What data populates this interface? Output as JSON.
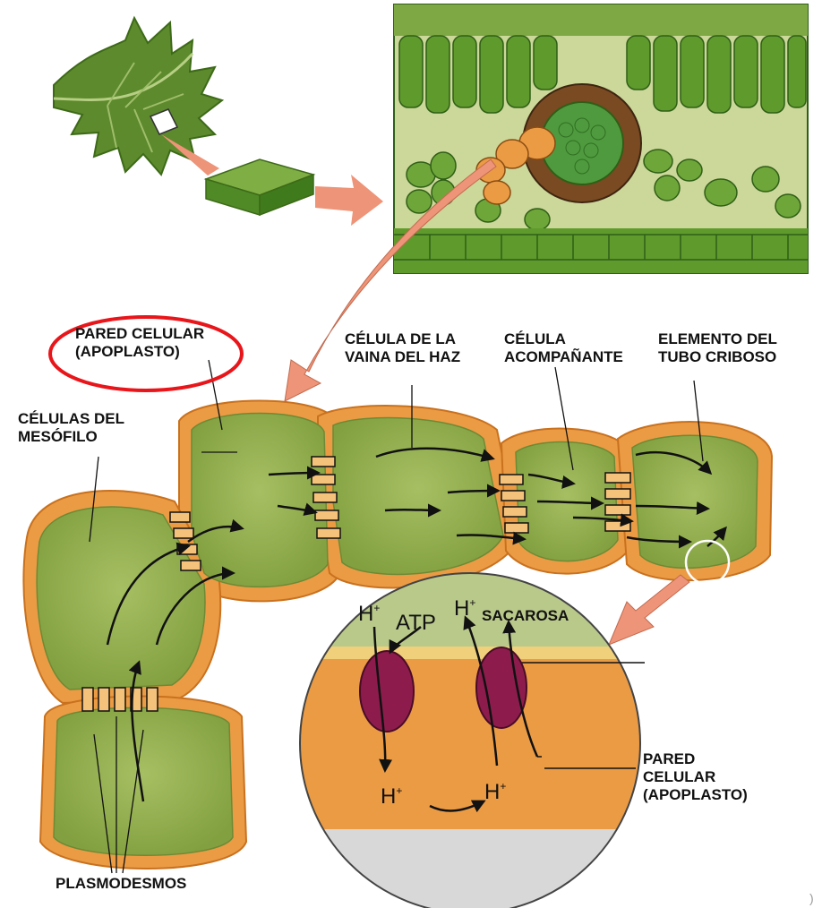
{
  "labels": {
    "pared_celular_top_line1": "PARED CELULAR",
    "pared_celular_top_line2": "(APOPLASTO)",
    "celulas_mesofilo_line1": "CÉLULAS DEL",
    "celulas_mesofilo_line2": "MESÓFILO",
    "vaina_line1": "CÉLULA DE LA",
    "vaina_line2": "VAINA DEL HAZ",
    "acompanante_line1": "CÉLULA",
    "acompanante_line2": "ACOMPAÑANTE",
    "tubo_line1": "ELEMENTO DEL",
    "tubo_line2": "TUBO CRIBOSO",
    "sacarosa": "SACAROSA",
    "pared_celular_bottom_line1": "PARED",
    "pared_celular_bottom_line2": "CELULAR",
    "pared_celular_bottom_line3": "(APOPLASTO)",
    "plasmodesmos": "PLASMODESMOS"
  },
  "chemistry": {
    "atp": "ATP",
    "h": "H",
    "plus": "+"
  },
  "colors": {
    "cell_fill": "#8ba84a",
    "cell_wall": "#eb9b44",
    "wall_outline": "#c9711e",
    "carrier": "#8d1c4d",
    "highlight_circle": "#e8161b",
    "arrow_salmon": "#ee9478"
  }
}
